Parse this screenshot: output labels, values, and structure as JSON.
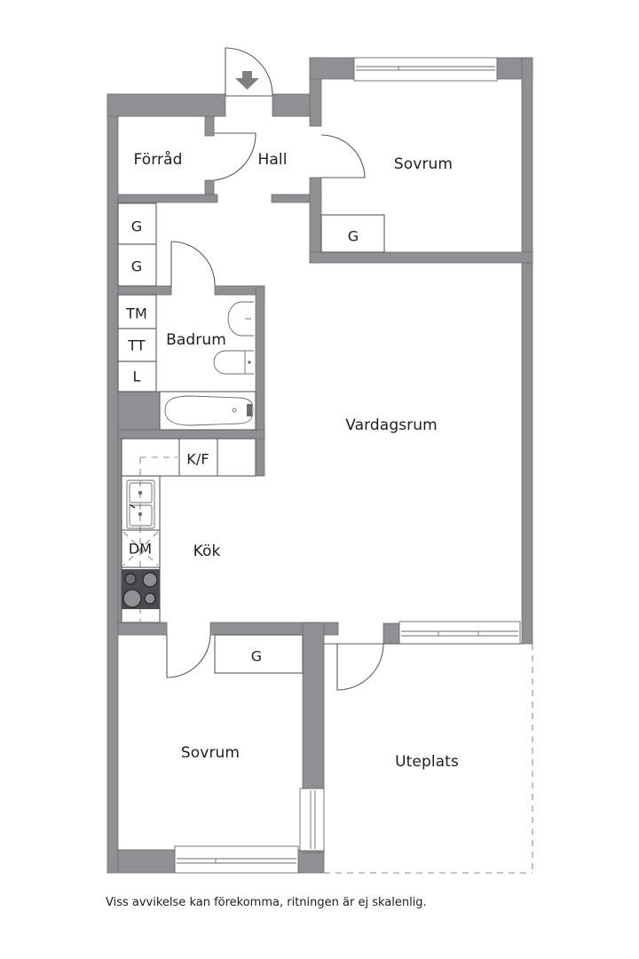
{
  "plan": {
    "wall_color": "#8f9091",
    "line_color": "#5a5b5c",
    "stove_color": "#4a4b4c",
    "entrance_icon": "entrance-arrow-icon",
    "rooms": {
      "forrad": "Förråd",
      "hall": "Hall",
      "sovrum_top": "Sovrum",
      "badrum": "Badrum",
      "vardagsrum": "Vardagsrum",
      "kok": "Kök",
      "sovrum_bottom": "Sovrum",
      "uteplats": "Uteplats"
    },
    "fixtures": {
      "g_hall_1": "G",
      "g_hall_2": "G",
      "g_sovrum_top": "G",
      "tm": "TM",
      "tt": "TT",
      "l": "L",
      "kf": "K/F",
      "dm": "DM",
      "g_sovrum_bottom": "G"
    }
  },
  "footer": {
    "disclaimer": "Viss avvikelse kan förekomma, ritningen är ej skalenlig."
  }
}
